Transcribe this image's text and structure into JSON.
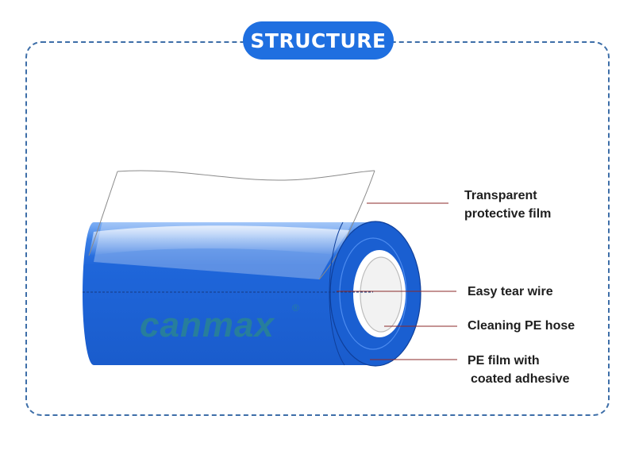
{
  "title": "STRUCTURE",
  "brand": {
    "logo_text": "canmax",
    "mark": "®"
  },
  "colors": {
    "accent": "#1f6fe0",
    "roll_blue": "#1e64d6",
    "roll_dark": "#1450b8",
    "frame": "#3d6ea8",
    "leader": "#8b2a2a",
    "logo": "#2e8f7f"
  },
  "labels": {
    "film": {
      "line1": "Transparent",
      "line2": "protective film"
    },
    "wire": {
      "line1": "Easy tear wire"
    },
    "hose": {
      "line1": "Cleaning PE hose"
    },
    "adhesive": {
      "line1": "PE film with",
      "line2": "coated adhesive"
    }
  }
}
